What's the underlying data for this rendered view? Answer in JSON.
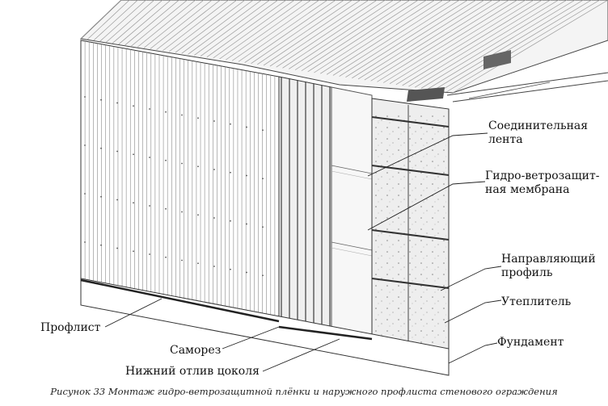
{
  "labels": {
    "joint_tape": [
      "Соединительная",
      "лента"
    ],
    "membrane": [
      "Гидро-ветрозащит-",
      "ная мембрана"
    ],
    "guide_profile": [
      "Направляющий",
      "профиль"
    ],
    "insulation": "Утеплитель",
    "foundation": "Фундамент",
    "profile_sheet": "Профлист",
    "screw": "Саморез",
    "drip_edge": "Нижний отлив цоколя"
  },
  "caption": "Рисунок 33 Монтаж гидро-ветрозащитной плёнки и наружного профлиста стенового ограждения",
  "colors": {
    "line": "#2b2b2b",
    "membrane": "#f7f7f7",
    "insulation": "#eeeeee",
    "shadow": "#d9d9d9"
  }
}
